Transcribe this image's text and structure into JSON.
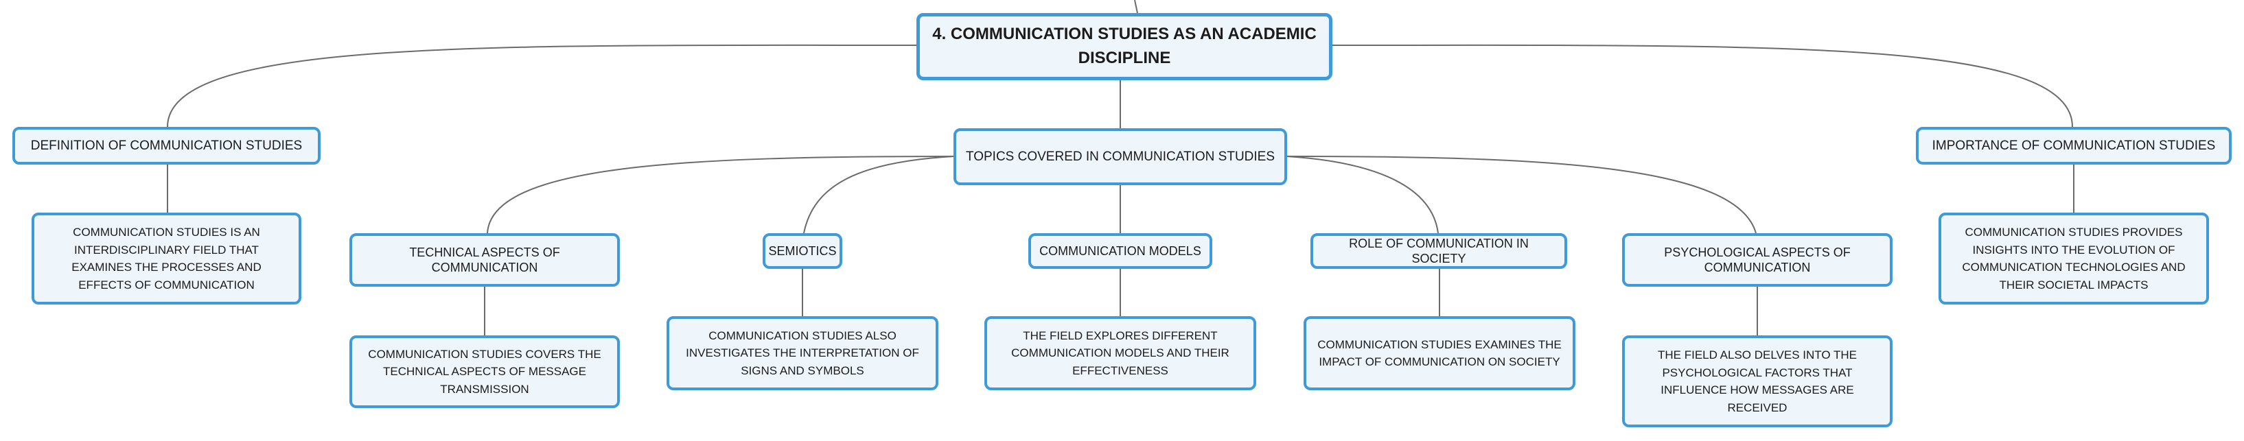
{
  "mindmap": {
    "root": "4. COMMUNICATION STUDIES AS AN ACADEMIC DISCIPLINE",
    "definition": {
      "title": "DEFINITION OF COMMUNICATION STUDIES",
      "detail": "COMMUNICATION STUDIES IS AN INTERDISCIPLINARY FIELD THAT EXAMINES THE PROCESSES AND EFFECTS OF COMMUNICATION"
    },
    "topics": {
      "title": "TOPICS COVERED IN COMMUNICATION STUDIES",
      "items": [
        {
          "title": "TECHNICAL ASPECTS OF COMMUNICATION",
          "detail": "COMMUNICATION STUDIES COVERS THE TECHNICAL ASPECTS OF MESSAGE TRANSMISSION"
        },
        {
          "title": "SEMIOTICS",
          "detail": "COMMUNICATION STUDIES ALSO INVESTIGATES THE INTERPRETATION OF SIGNS AND SYMBOLS"
        },
        {
          "title": "COMMUNICATION MODELS",
          "detail": "THE FIELD EXPLORES DIFFERENT COMMUNICATION MODELS AND THEIR EFFECTIVENESS"
        },
        {
          "title": "ROLE OF COMMUNICATION IN SOCIETY",
          "detail": "COMMUNICATION STUDIES EXAMINES THE IMPACT OF COMMUNICATION ON SOCIETY"
        },
        {
          "title": "PSYCHOLOGICAL ASPECTS OF COMMUNICATION",
          "detail": "THE FIELD ALSO DELVES INTO THE PSYCHOLOGICAL FACTORS THAT INFLUENCE HOW MESSAGES ARE RECEIVED"
        }
      ]
    },
    "importance": {
      "title": "IMPORTANCE OF COMMUNICATION STUDIES",
      "detail": "COMMUNICATION STUDIES PROVIDES INSIGHTS INTO THE EVOLUTION OF COMMUNICATION TECHNOLOGIES AND THEIR SOCIETAL IMPACTS"
    }
  },
  "colors": {
    "node_border": "#3f9bd8",
    "node_fill": "#eef6fc",
    "connector": "#6b6b6b",
    "text": "#1b1b1b"
  }
}
